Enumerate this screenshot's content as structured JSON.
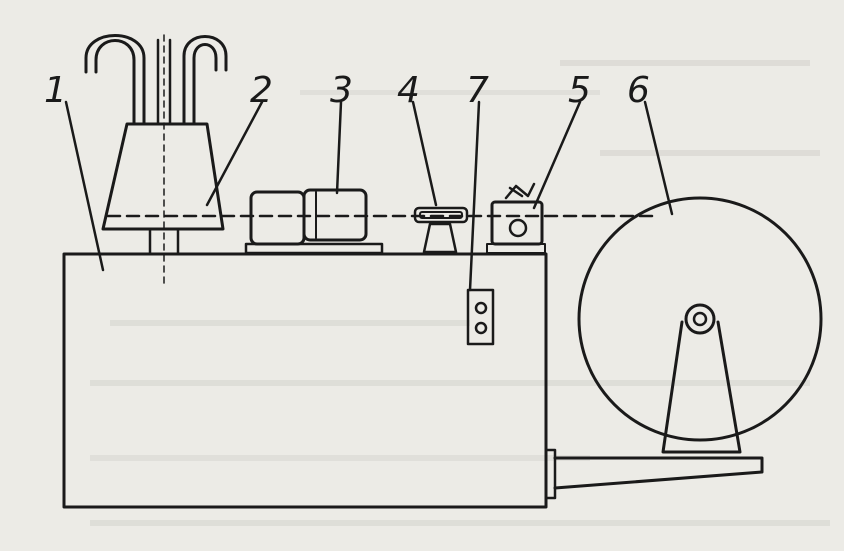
{
  "diagram": {
    "callouts": [
      {
        "id": "1",
        "label": "1"
      },
      {
        "id": "2",
        "label": "2"
      },
      {
        "id": "3",
        "label": "3"
      },
      {
        "id": "4",
        "label": "4"
      },
      {
        "id": "7",
        "label": "7"
      },
      {
        "id": "5",
        "label": "5"
      },
      {
        "id": "6",
        "label": "6"
      }
    ]
  },
  "colors": {
    "ink": "#1a1a1a",
    "paper": "#ecebe6",
    "faint_text": "#cfcec8"
  }
}
